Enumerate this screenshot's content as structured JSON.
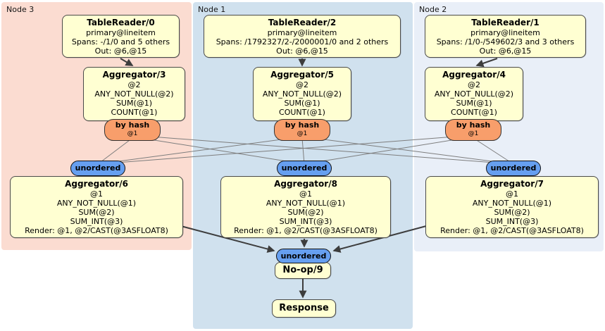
{
  "theme": {
    "node3-bg": "#fbdcd1",
    "node1-bg": "#d0e1ee",
    "node2-bg": "#e9eff8",
    "box-bg": "#ffffd2",
    "box-border": "#4a4a4a",
    "router-bg": "#f89e6b",
    "sync-bg": "#669ff0",
    "edge-thin": "#7d7d7d",
    "edge-thick": "#3d3d3d"
  },
  "regions": {
    "node3": {
      "label": "Node 3"
    },
    "node1": {
      "label": "Node 1"
    },
    "node2": {
      "label": "Node 2"
    }
  },
  "processors": {
    "tablereader0": {
      "title": "TableReader/0",
      "lines": [
        "primary@lineitem",
        "Spans: -/1/0 and 5 others",
        "Out: @6,@15"
      ]
    },
    "tablereader2": {
      "title": "TableReader/2",
      "lines": [
        "primary@lineitem",
        "Spans: /1792327/2-/2000001/0 and 2 others",
        "Out: @6,@15"
      ]
    },
    "tablereader1": {
      "title": "TableReader/1",
      "lines": [
        "primary@lineitem",
        "Spans: /1/0-/549602/3 and 3 others",
        "Out: @6,@15"
      ]
    },
    "aggregator3": {
      "title": "Aggregator/3",
      "lines": [
        "@2",
        "ANY_NOT_NULL(@2)",
        "SUM(@1)",
        "COUNT(@1)"
      ]
    },
    "aggregator5": {
      "title": "Aggregator/5",
      "lines": [
        "@2",
        "ANY_NOT_NULL(@2)",
        "SUM(@1)",
        "COUNT(@1)"
      ]
    },
    "aggregator4": {
      "title": "Aggregator/4",
      "lines": [
        "@2",
        "ANY_NOT_NULL(@2)",
        "SUM(@1)",
        "COUNT(@1)"
      ]
    },
    "aggregator6": {
      "title": "Aggregator/6",
      "lines": [
        "@1",
        "ANY_NOT_NULL(@1)",
        "SUM(@2)",
        "SUM_INT(@3)",
        "Render: @1, @2/CAST(@3ASFLOAT8)"
      ]
    },
    "aggregator8": {
      "title": "Aggregator/8",
      "lines": [
        "@1",
        "ANY_NOT_NULL(@1)",
        "SUM(@2)",
        "SUM_INT(@3)",
        "Render: @1, @2/CAST(@3ASFLOAT8)"
      ]
    },
    "aggregator7": {
      "title": "Aggregator/7",
      "lines": [
        "@1",
        "ANY_NOT_NULL(@1)",
        "SUM(@2)",
        "SUM_INT(@3)",
        "Render: @1, @2/CAST(@3ASFLOAT8)"
      ]
    },
    "noop9": {
      "title": "No-op/9"
    },
    "response": {
      "title": "Response"
    }
  },
  "routers": {
    "label": "by hash",
    "detail": "@1"
  },
  "sync": {
    "label": "unordered"
  }
}
